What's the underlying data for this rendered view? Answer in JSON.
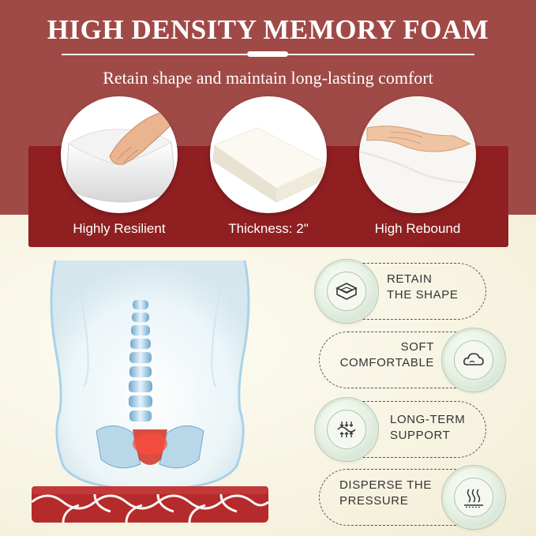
{
  "header": {
    "title": "HIGH DENSITY MEMORY FOAM",
    "subtitle": "Retain shape and maintain long-lasting comfort"
  },
  "features": [
    {
      "label": "Highly Resilient",
      "icon": "hand-pressing-foam"
    },
    {
      "label": "Thickness: 2\"",
      "icon": "foam-slab"
    },
    {
      "label": "High Rebound",
      "icon": "hand-on-foam-surface"
    }
  ],
  "benefits": [
    {
      "line1": "RETAIN",
      "line2": "THE SHAPE",
      "icon": "layered-box-icon"
    },
    {
      "line1": "SOFT",
      "line2": "COMFORTABLE",
      "icon": "cloud-icon"
    },
    {
      "line1": "LONG-TERM",
      "line2": "SUPPORT",
      "icon": "compression-arrows-icon"
    },
    {
      "line1": "DISPERSE THE",
      "line2": "PRESSURE",
      "icon": "heat-waves-icon"
    }
  ],
  "colors": {
    "top_band": "#a04a47",
    "feature_strip": "#8f1f21",
    "cushion": "#b52a2a",
    "background": "#f8f5e8"
  }
}
